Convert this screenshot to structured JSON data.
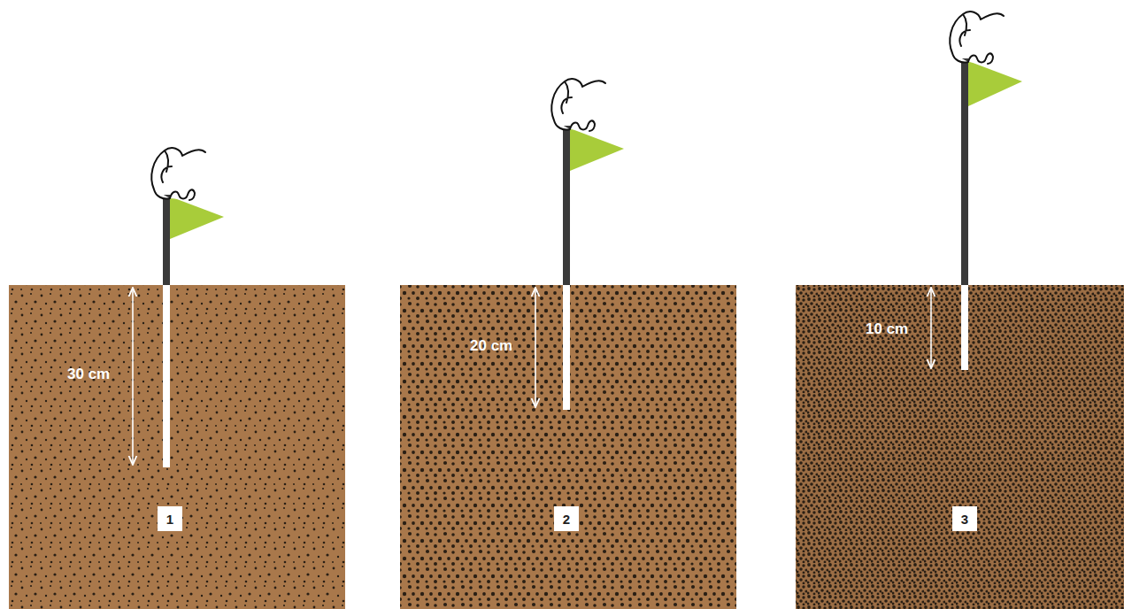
{
  "diagram": {
    "nodes": [
      {
        "text": [
          "1"
        ]
      },
      {
        "text": [
          "2"
        ]
      },
      {
        "text": [
          "3"
        ]
      }
    ],
    "labels": [
      "30 cm",
      "20 cm",
      "10 cm"
    ]
  }
}
